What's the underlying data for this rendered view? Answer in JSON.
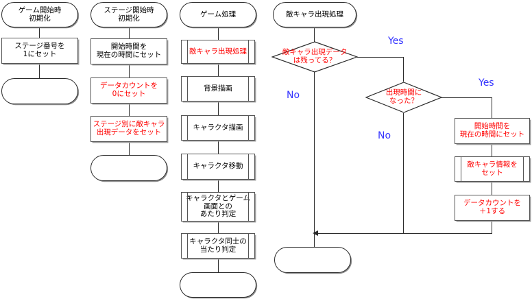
{
  "diagram": {
    "title": "game flow flowchart",
    "colors": {
      "highlight_text": "#ff0000",
      "normal_text": "#000000",
      "branch_label": "#3333ff",
      "stroke": "#2b2b2b",
      "box_stroke": "#555555",
      "background": "#ffffff"
    }
  },
  "columns": {
    "game_init": {
      "start": "ゲーム開始時\n初期化",
      "steps": [
        {
          "label": "ステージ番号を\n1にセット",
          "shape": "process",
          "color": "black"
        }
      ],
      "end": ""
    },
    "stage_init": {
      "start": "ステージ開始時\n初期化",
      "steps": [
        {
          "label": "開始時間を\n現在の時間にセット",
          "shape": "process",
          "color": "black"
        },
        {
          "label": "データカウントを\n0にセット",
          "shape": "process",
          "color": "red"
        },
        {
          "label": "ステージ別に敵キャラ\n出現データをセット",
          "shape": "process",
          "color": "red"
        }
      ],
      "end": ""
    },
    "game_loop": {
      "start": "ゲーム処理",
      "steps": [
        {
          "label": "敵キャラ出現処理",
          "shape": "predefined-process",
          "color": "red"
        },
        {
          "label": "背景描画",
          "shape": "predefined-process",
          "color": "black"
        },
        {
          "label": "キャラクタ描画",
          "shape": "predefined-process",
          "color": "black"
        },
        {
          "label": "キャラクタ移動",
          "shape": "predefined-process",
          "color": "black"
        },
        {
          "label": "キャラクタとゲーム\n画面との\nあたり判定",
          "shape": "predefined-process",
          "color": "black"
        },
        {
          "label": "キャラクタ同士の\n当たり判定",
          "shape": "predefined-process",
          "color": "black"
        }
      ],
      "end": ""
    },
    "enemy_spawn": {
      "start": "敵キャラ出現処理",
      "decision_1": "敵キャラ出現データ\nは残ってる？",
      "decision_1_yes": "Yes",
      "decision_1_no": "No",
      "decision_2": "出現時間に\nなった？",
      "decision_2_yes": "Yes",
      "decision_2_no": "No",
      "steps": [
        {
          "label": "開始時間を\n現在の時間にセット",
          "shape": "process",
          "color": "red"
        },
        {
          "label": "敵キャラ情報を\nセット",
          "shape": "predefined-process",
          "color": "red"
        },
        {
          "label": "データカウントを\n＋1する",
          "shape": "process",
          "color": "red"
        }
      ],
      "end": ""
    }
  }
}
